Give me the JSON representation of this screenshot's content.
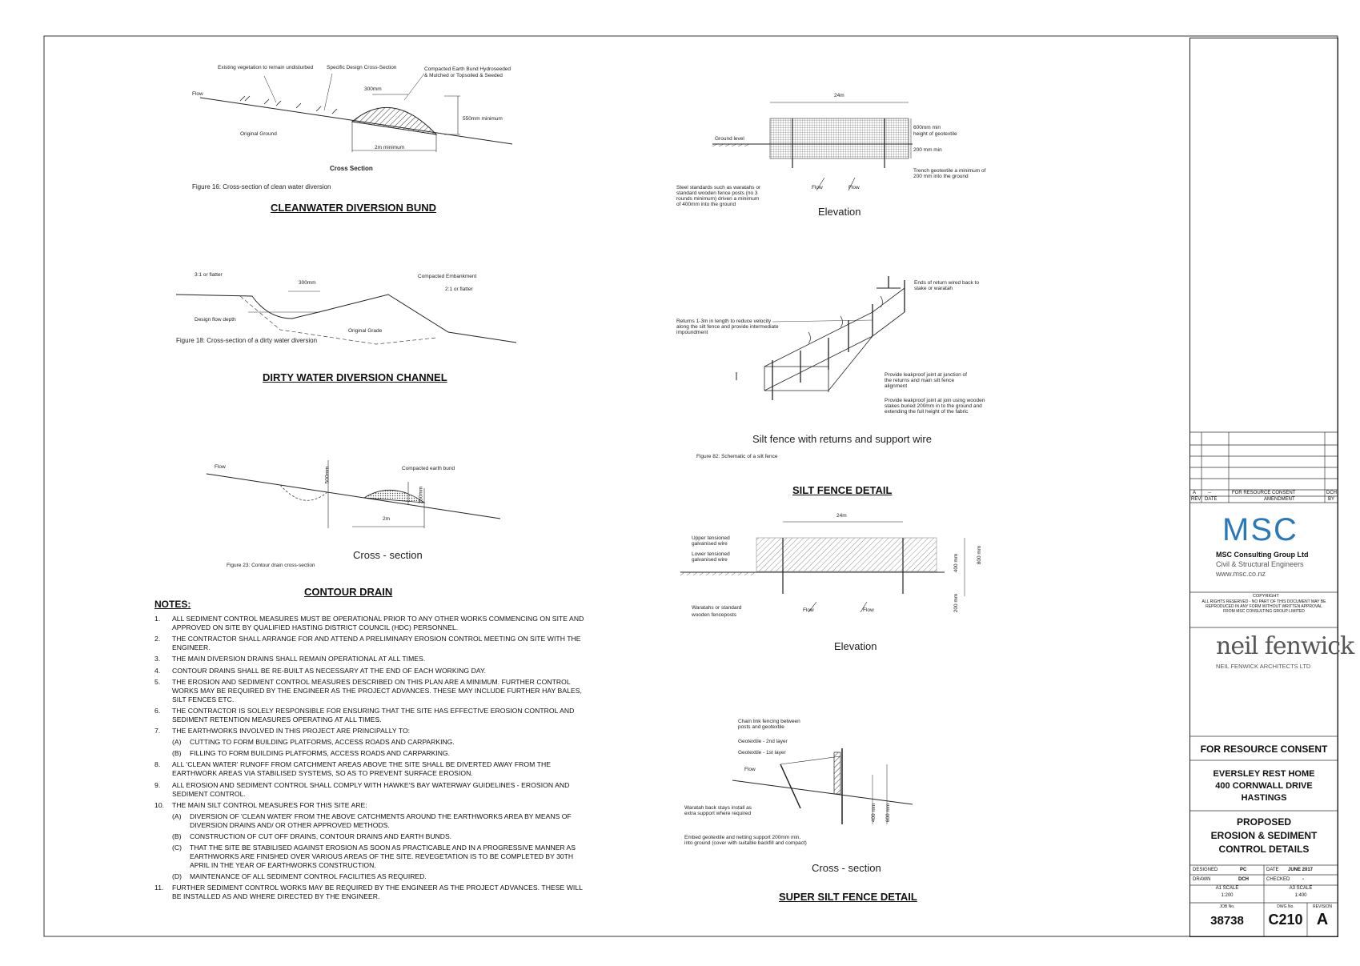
{
  "cleanwater": {
    "labels": {
      "veg": "Existing vegetation to remain undisturbed",
      "design": "Specific Design Cross-Section",
      "bund": "Compacted Earth Bund Hydroseeded",
      "bund2": "& Mulched or Topsoiled & Seeded",
      "flow": "Flow",
      "w300": "300mm",
      "h550": "550mm minimum",
      "ground": "Original Ground",
      "w2m": "2m minimum"
    },
    "section_label": "Cross Section",
    "figure_caption": "Figure 16: Cross-section of clean water diversion",
    "title": "CLEANWATER DIVERSION BUND"
  },
  "dirty": {
    "labels": {
      "slope": "3:1 or flatter",
      "w300": "300mm",
      "embank": "Compacted Embankment",
      "slope2": "2:1 or flatter",
      "flowdepth": "Design flow depth",
      "grade": "Original Grade"
    },
    "figure_caption": "Figure 18: Cross-section of a dirty water diversion",
    "title": "DIRTY WATER DIVERSION CHANNEL"
  },
  "contour": {
    "labels": {
      "flow": "Flow",
      "bund": "Compacted earth bund",
      "h500": "500mm",
      "h250": "250mm",
      "w2m": "2m"
    },
    "section_label": "Cross - section",
    "figure_caption": "Figure 23: Contour drain cross-section",
    "title": "CONTOUR DRAIN"
  },
  "notes": {
    "title": "NOTES:",
    "items": [
      {
        "n": "1.",
        "t": "ALL SEDIMENT CONTROL MEASURES MUST BE OPERATIONAL PRIOR TO ANY OTHER WORKS COMMENCING ON SITE AND APPROVED ON SITE BY QUALIFIED HASTING DISTRICT COUNCIL (HDC) PERSONNEL."
      },
      {
        "n": "2.",
        "t": "THE CONTRACTOR SHALL ARRANGE FOR AND ATTEND A PRELIMINARY EROSION CONTROL MEETING ON SITE WITH THE ENGINEER."
      },
      {
        "n": "3.",
        "t": "THE MAIN DIVERSION DRAINS SHALL REMAIN OPERATIONAL AT ALL TIMES."
      },
      {
        "n": "4.",
        "t": "CONTOUR DRAINS SHALL BE RE-BUILT AS NECESSARY AT THE END OF EACH WORKING DAY."
      },
      {
        "n": "5.",
        "t": "THE EROSION AND SEDIMENT CONTROL MEASURES DESCRIBED ON THIS PLAN ARE A MINIMUM. FURTHER CONTROL WORKS MAY BE REQUIRED BY THE ENGINEER AS THE PROJECT ADVANCES. THESE MAY INCLUDE FURTHER HAY BALES, SILT FENCES ETC."
      },
      {
        "n": "6.",
        "t": "THE CONTRACTOR IS SOLELY RESPONSIBLE FOR ENSURING THAT THE SITE HAS EFFECTIVE EROSION CONTROL AND SEDIMENT RETENTION MEASURES OPERATING AT ALL TIMES."
      },
      {
        "n": "7.",
        "t": "THE EARTHWORKS INVOLVED IN THIS PROJECT ARE PRINCIPALLY TO:"
      },
      {
        "n": "(A)",
        "t": "CUTTING TO FORM BUILDING PLATFORMS, ACCESS ROADS AND CARPARKING.",
        "sub": true
      },
      {
        "n": "(B)",
        "t": "FILLING TO FORM BUILDING PLATFORMS, ACCESS ROADS AND CARPARKING.",
        "sub": true
      },
      {
        "n": "8.",
        "t": "ALL 'CLEAN WATER' RUNOFF FROM CATCHMENT AREAS ABOVE THE SITE SHALL BE DIVERTED AWAY FROM THE EARTHWORK AREAS VIA STABILISED SYSTEMS, SO AS TO PREVENT SURFACE EROSION."
      },
      {
        "n": "9.",
        "t": "ALL EROSION AND SEDIMENT CONTROL SHALL COMPLY WITH HAWKE'S BAY WATERWAY GUIDELINES - EROSION AND SEDIMENT CONTROL."
      },
      {
        "n": "10.",
        "t": "THE MAIN SILT CONTROL MEASURES FOR THIS SITE ARE:"
      },
      {
        "n": "(A)",
        "t": "DIVERSION OF 'CLEAN WATER' FROM THE ABOVE CATCHMENTS AROUND THE EARTHWORKS AREA BY MEANS OF DIVERSION DRAINS AND/ OR OTHER APPROVED METHODS.",
        "sub": true
      },
      {
        "n": "(B)",
        "t": "CONSTRUCTION OF CUT OFF DRAINS, CONTOUR DRAINS AND EARTH BUNDS.",
        "sub": true
      },
      {
        "n": "(C)",
        "t": "THAT THE SITE BE STABILISED AGAINST EROSION AS SOON AS PRACTICABLE AND IN A PROGRESSIVE MANNER AS EARTHWORKS ARE FINISHED OVER VARIOUS AREAS OF THE SITE. REVEGETATION IS TO BE COMPLETED BY 30TH APRIL IN THE YEAR OF EARTHWORKS CONSTRUCTION.",
        "sub": true
      },
      {
        "n": "(D)",
        "t": "MAINTENANCE OF ALL SEDIMENT CONTROL FACILITIES AS REQUIRED.",
        "sub": true
      },
      {
        "n": "11.",
        "t": "FURTHER SEDIMENT CONTROL WORKS MAY BE REQUIRED BY THE ENGINEER AS THE PROJECT ADVANCES. THESE WILL BE INSTALLED AS AND WHERE DIRECTED BY THE ENGINEER."
      }
    ]
  },
  "silt_elev1": {
    "labels": {
      "w24": "24m",
      "ground": "Ground level",
      "h600": "600mm min",
      "h600b": "height of geotextile",
      "h200": "200 mm min",
      "trench": "Trench geotextile a minimum of",
      "trench2": "200 mm into the ground",
      "steel1": "Steel standards such as waratahs or",
      "steel2": "standard wooden fence posts (no 3",
      "steel3": "rounds minimum) driven a minimum",
      "steel4": "of 400mm into the ground",
      "flow": "Flow"
    },
    "section_label": "Elevation"
  },
  "silt_returns": {
    "labels": {
      "ends1": "Ends of return wired back to",
      "ends2": "stake or waratah",
      "ret1": "Returns 1-3m in length to reduce velocity",
      "ret2": "along the silt fence and provide intermediate",
      "ret3": "impoundment",
      "lp1": "Provide leakproof joint at junction of",
      "lp2": "the returns and main silt fence",
      "lp3": "alignment",
      "lpb1": "Provide leakproof joint at join using wooden",
      "lpb2": "stakes buried 200mm in to the ground and",
      "lpb3": "extending the full height of the fabric"
    },
    "section_label": "Silt fence with returns and support wire",
    "figure_caption": "Figure 82: Schematic of a silt fence",
    "title": "SILT FENCE DETAIL"
  },
  "super_elev": {
    "labels": {
      "w24": "24m",
      "upper1": "Upper tensioned",
      "upper2": "galvanised wire",
      "lower1": "Lower tensioned",
      "lower2": "galvanised wire",
      "posts1": "Waratahs or standard",
      "posts2": "wooden fenceposts",
      "flow": "Flow",
      "h200": "200 mm",
      "h400": "400 mm",
      "h800": "800 mm"
    },
    "section_label": "Elevation"
  },
  "super_cross": {
    "labels": {
      "chain1": "Chain link fencing between",
      "chain2": "posts and geotextile",
      "geo2": "Geotextile - 2nd layer",
      "geo1": "Geotextile - 1st layer",
      "flow": "Flow",
      "war1": "Waratah back stays install as",
      "war2": "extra support where required",
      "emb1": "Embed geotextile and netting support 200mm min.",
      "emb2": "into ground (cover with suitable backfill and compact)",
      "d400": "400 mm",
      "d600": "600 mm"
    },
    "section_label": "Cross - section",
    "title": "SUPER SILT FENCE DETAIL"
  },
  "titleblock": {
    "rev_a": "A",
    "rev_dash": "--",
    "rev_desc": "FOR RESOURCE CONSENT",
    "rev_by": "DCH",
    "h_rev": "REV",
    "h_date": "DATE",
    "h_amend": "AMENDMENT",
    "h_by": "BY",
    "msc_logo": "MSC",
    "msc_name": "MSC Consulting Group Ltd",
    "msc_sub": "Civil & Structural Engineers",
    "msc_web": "www.msc.co.nz",
    "copyright_title": "COPYRIGHT",
    "copyright": "ALL RIGHTS RESERVED - NO PART OF THIS DOCUMENT MAY BE REPRODUCED IN ANY FORM WITHOUT WRITTEN APPROVAL FROM MSC CONSULTING GROUP LIMITED",
    "arch_logo": "neil fenwick",
    "arch_name": "NEIL FENWICK ARCHITECTS LTD",
    "status": "FOR RESOURCE CONSENT",
    "project1": "EVERSLEY REST HOME",
    "project2": "400 CORNWALL DRIVE",
    "project3": "HASTINGS",
    "dwg_title1": "PROPOSED",
    "dwg_title2": "EROSION & SEDIMENT",
    "dwg_title3": "CONTROL DETAILS",
    "designed_l": "DESIGNED",
    "designed_v": "PC",
    "date_l": "DATE",
    "date_v": "JUNE 2017",
    "drawn_l": "DRAWN",
    "drawn_v": "DCH",
    "checked_l": "CHECKED",
    "checked_v": "-",
    "a1_l": "A1 SCALE",
    "a1_v": "1:200",
    "a3_l": "A3 SCALE",
    "a3_v": "1:400",
    "job_l": "JOB No.",
    "job_v": "38738",
    "dwg_l": "DWG No.",
    "dwg_v": "C210",
    "rev_l": "REVISION",
    "rev_v": "A"
  }
}
